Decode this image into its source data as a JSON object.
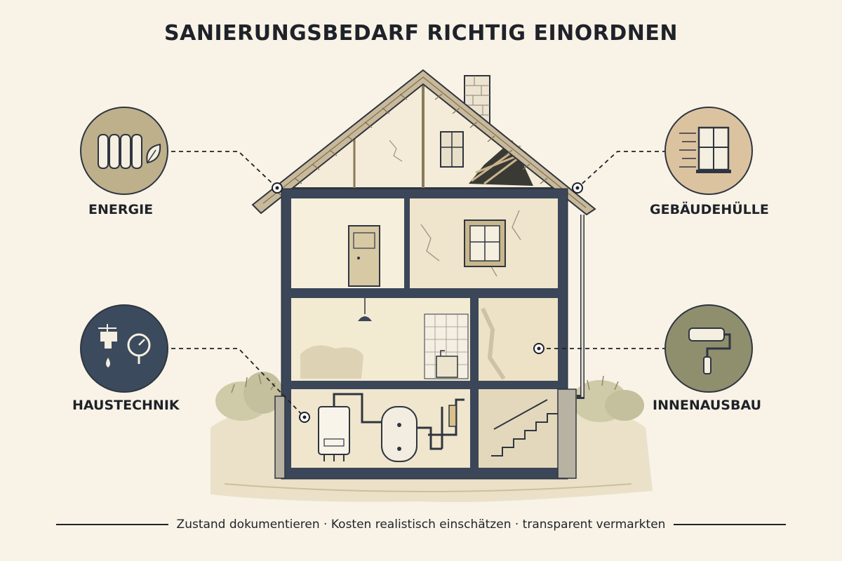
{
  "title": "SANIERUNGSBEDARF RICHTIG EINORDNEN",
  "categories": {
    "energie": {
      "label": "ENERGIE",
      "icon": "radiator-leaf-icon",
      "color": "#bdb08a"
    },
    "gebaeudehuelle": {
      "label": "GEBÄUDEHÜLLE",
      "icon": "window-brick-icon",
      "color": "#dcc3a0"
    },
    "haustechnik": {
      "label": "HAUSTECHNIK",
      "icon": "faucet-gauge-icon",
      "color": "#3c4a5e"
    },
    "innenausbau": {
      "label": "INNENAUSBAU",
      "icon": "paint-roller-icon",
      "color": "#8f8f6e"
    }
  },
  "footer": {
    "text": "Zustand dokumentieren · Kosten realistisch einschätzen · transparent vermarkten"
  }
}
